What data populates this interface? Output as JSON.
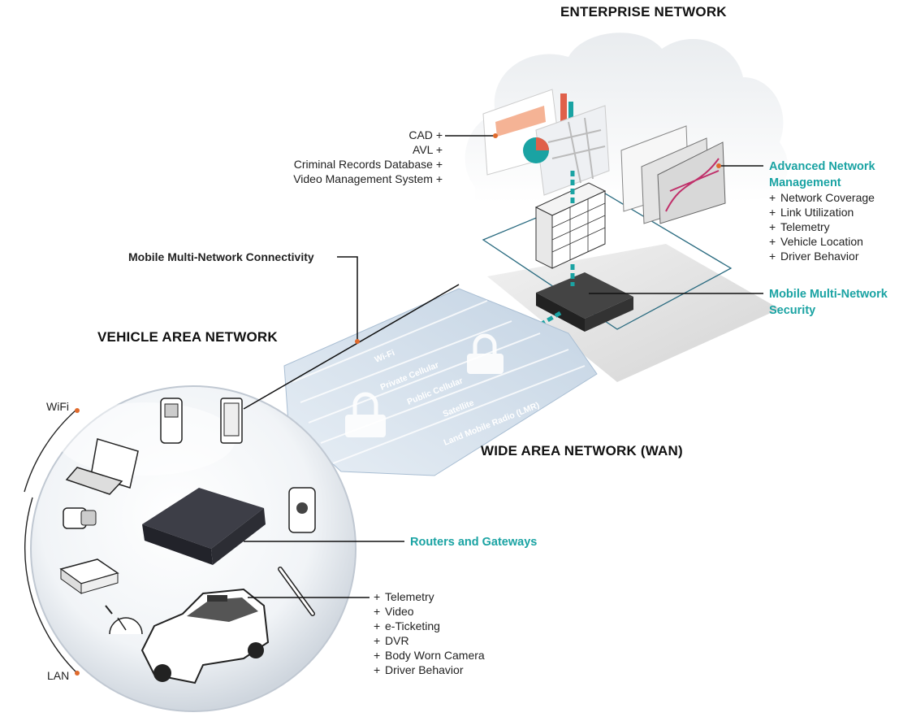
{
  "headings": {
    "enterprise": "ENTERPRISE NETWORK",
    "vehicle": "VEHICLE AREA NETWORK",
    "wan": "WIDE AREA NETWORK (WAN)"
  },
  "enterprise_apps": [
    "CAD",
    "AVL",
    "Criminal Records Database",
    "Video Management System"
  ],
  "advanced_mgmt": {
    "title_line1": "Advanced Network",
    "title_line2": "Management",
    "items": [
      "Network Coverage",
      "Link Utilization",
      "Telemetry",
      "Vehicle Location",
      "Driver Behavior"
    ]
  },
  "security": {
    "line1": "Mobile Multi-Network",
    "line2": "Security"
  },
  "connectivity_label": "Mobile Multi-Network Connectivity",
  "routers_label": "Routers and Gateways",
  "wan_bands": [
    "Wi-Fi",
    "Private Cellular",
    "Public Cellular",
    "Satellite",
    "Land Mobile Radio (LMR)"
  ],
  "vehicle_items": [
    "Telemetry",
    "Video",
    "e-Ticketing",
    "DVR",
    "Body Worn Camera",
    "Driver Behavior"
  ],
  "arc_labels": {
    "wifi": "WiFi",
    "lan": "LAN"
  },
  "bullet": "+",
  "colors": {
    "accent": "#1aa3a3",
    "wan_band": "#c9d7e6",
    "bubble_edge": "#c0c8d2"
  }
}
